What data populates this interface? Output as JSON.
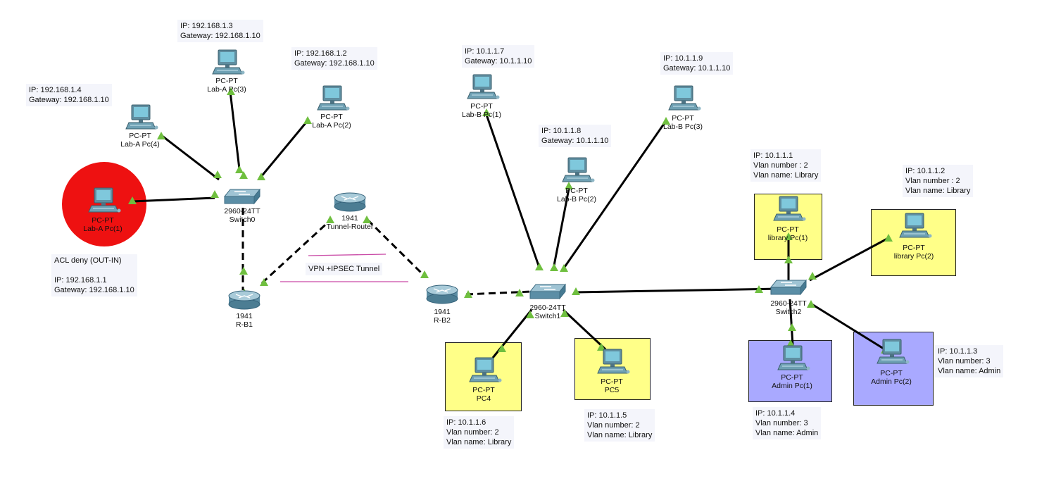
{
  "colors": {
    "link": "#000000",
    "port": "#6fbf3f",
    "highlight_red": "#ee1111",
    "vlan_library": "#ffff88",
    "vlan_admin": "#a9a9ff",
    "vpn_line": "#c94aa6"
  },
  "devices": {
    "lab_a_pc1": {
      "type": "PC-PT",
      "name": "Lab-A Pc(1)"
    },
    "lab_a_pc2": {
      "type": "PC-PT",
      "name": "Lab-A Pc(2)"
    },
    "lab_a_pc3": {
      "type": "PC-PT",
      "name": "Lab-A Pc(3)"
    },
    "lab_a_pc4": {
      "type": "PC-PT",
      "name": "Lab-A Pc(4)"
    },
    "switch0": {
      "type": "2960-24TT",
      "name": "Switch0"
    },
    "tunnel_router": {
      "type": "1941",
      "name": "Tunnel-Router"
    },
    "r_b1": {
      "type": "1941",
      "name": "R-B1"
    },
    "r_b2": {
      "type": "1941",
      "name": "R-B2"
    },
    "lab_b_pc1": {
      "type": "PC-PT",
      "name": "Lab-B Pc(1)"
    },
    "lab_b_pc2": {
      "type": "PC-PT",
      "name": "Lab-B Pc(2)"
    },
    "lab_b_pc3": {
      "type": "PC-PT",
      "name": "Lab-B Pc(3)"
    },
    "switch1": {
      "type": "2960-24TT",
      "name": "Switch1"
    },
    "pc4": {
      "type": "PC-PT",
      "name": "PC4"
    },
    "pc5": {
      "type": "PC-PT",
      "name": "PC5"
    },
    "switch2": {
      "type": "2960-24TT",
      "name": "Switch2"
    },
    "library_pc1": {
      "type": "PC-PT",
      "name": "library Pc(1)"
    },
    "library_pc2": {
      "type": "PC-PT",
      "name": "library Pc(2)"
    },
    "admin_pc1": {
      "type": "PC-PT",
      "name": "Admin Pc(1)"
    },
    "admin_pc2": {
      "type": "PC-PT",
      "name": "Admin Pc(2)"
    }
  },
  "notes": {
    "lab_a_pc3": "IP: 192.168.1.3\nGateway: 192.168.1.10",
    "lab_a_pc2": "IP: 192.168.1.2\nGateway: 192.168.1.10",
    "lab_a_pc4": "IP: 192.168.1.4\nGateway: 192.168.1.10",
    "lab_a_pc1": "ACL deny (OUT-IN)\n\nIP: 192.168.1.1\nGateway: 192.168.1.10",
    "lab_b_pc1": "IP: 10.1.1.7\nGateway: 10.1.1.10",
    "lab_b_pc2": "IP: 10.1.1.8\nGateway: 10.1.1.10",
    "lab_b_pc3": "IP: 10.1.1.9\nGateway: 10.1.1.10",
    "library_pc1": "IP: 10.1.1.1\nVlan number : 2\nVlan name: Library",
    "library_pc2": "IP: 10.1.1.2\nVlan number : 2\nVlan name: Library",
    "admin_pc2": "IP: 10.1.1.3\nVlan number: 3\nVlan name: Admin",
    "admin_pc1": "IP: 10.1.1.4\nVlan number: 3\nVlan name: Admin",
    "pc4": "IP: 10.1.1.6\nVlan number: 2\nVlan name: Library",
    "pc5": "IP: 10.1.1.5\nVlan number: 2\nVlan name: Library",
    "vpn": "VPN +IPSEC Tunnel"
  }
}
